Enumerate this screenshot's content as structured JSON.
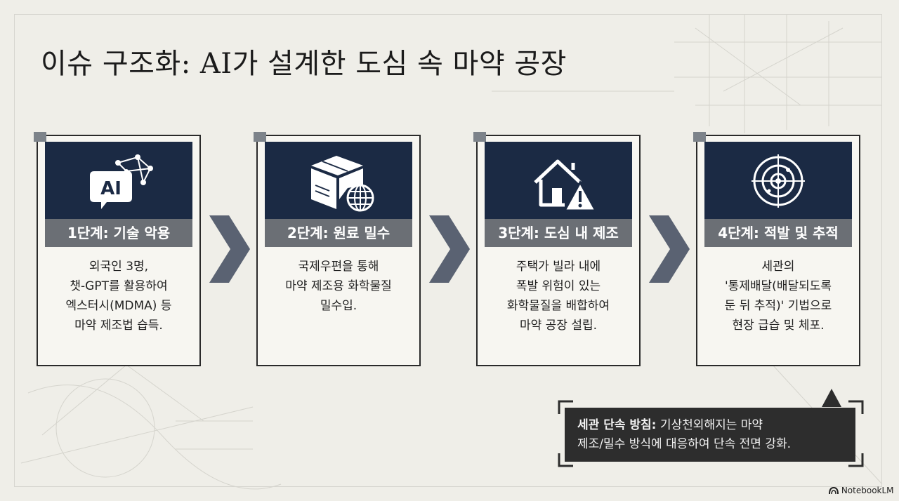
{
  "title": "이슈 구조화: AI가 설계한 도심 속 마약 공장",
  "steps": [
    {
      "label": "1단계: 기술 악용",
      "icon": "ai-network-chat-icon",
      "icon_text": "AI",
      "lines": [
        "외국인 3명,",
        "챗-GPT를 활용하여",
        "엑스터시(MDMA) 등",
        "마약 제조법 습득."
      ]
    },
    {
      "label": "2단계: 원료 밀수",
      "icon": "package-globe-icon",
      "lines": [
        "국제우편을 통해",
        "마약 제조용 화학물질",
        "밀수입."
      ]
    },
    {
      "label": "3단계: 도심 내 제조",
      "icon": "house-warning-icon",
      "lines": [
        "주택가 빌라 내에",
        "폭발 위험이 있는",
        "화학물질을 배합하여",
        "마약 공장 설립."
      ]
    },
    {
      "label": "4단계: 적발 및 추적",
      "icon": "radar-target-icon",
      "lines": [
        "세관의",
        "'통제배달(배달되도록",
        "둔 뒤 추적)' 기법으로",
        "현장 급습 및 체포."
      ]
    }
  ],
  "note": {
    "bold": "세관 단속 방침:",
    "line1": " 기상천외해지는 마약",
    "line2": "제조/밀수 방식에 대응하여 단속 전면 강화."
  },
  "brand": "NotebookLM",
  "colors": {
    "background": "#efeee8",
    "card_header": "#1b2a44",
    "label_bar": "#6b6f75",
    "arrow": "#5a6272",
    "note_bg": "#2d2d2d"
  }
}
